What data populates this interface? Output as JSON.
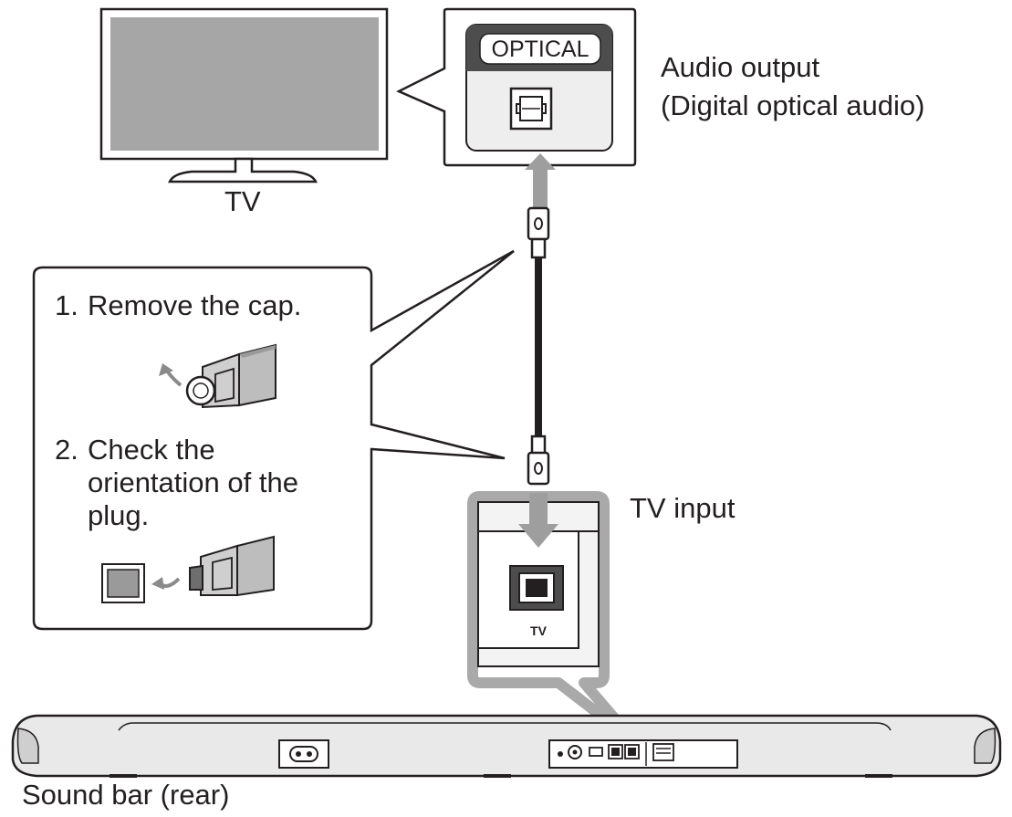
{
  "labels": {
    "tv": "TV",
    "audio_output_line1": "Audio output",
    "audio_output_line2": "(Digital optical audio)",
    "tv_input": "TV input",
    "sound_bar": "Sound bar (rear)"
  },
  "tv_port_panel": {
    "jack_label": "OPTICAL"
  },
  "sound_bar_port_panel": {
    "jack_label": "TV"
  },
  "steps": [
    {
      "number": "1.",
      "text": "Remove the cap."
    },
    {
      "number": "2.",
      "text": "Check the orientation of the plug."
    }
  ],
  "colors": {
    "line": "#231f20",
    "tv_screen": "#a6a6a6",
    "panel_fill": "#eeeeee",
    "arrow": "#9e9e9e",
    "callout_frame": "#a9a9a9",
    "dark_band": "#4d4d4d",
    "sound_bar": "#e9e9e9"
  }
}
